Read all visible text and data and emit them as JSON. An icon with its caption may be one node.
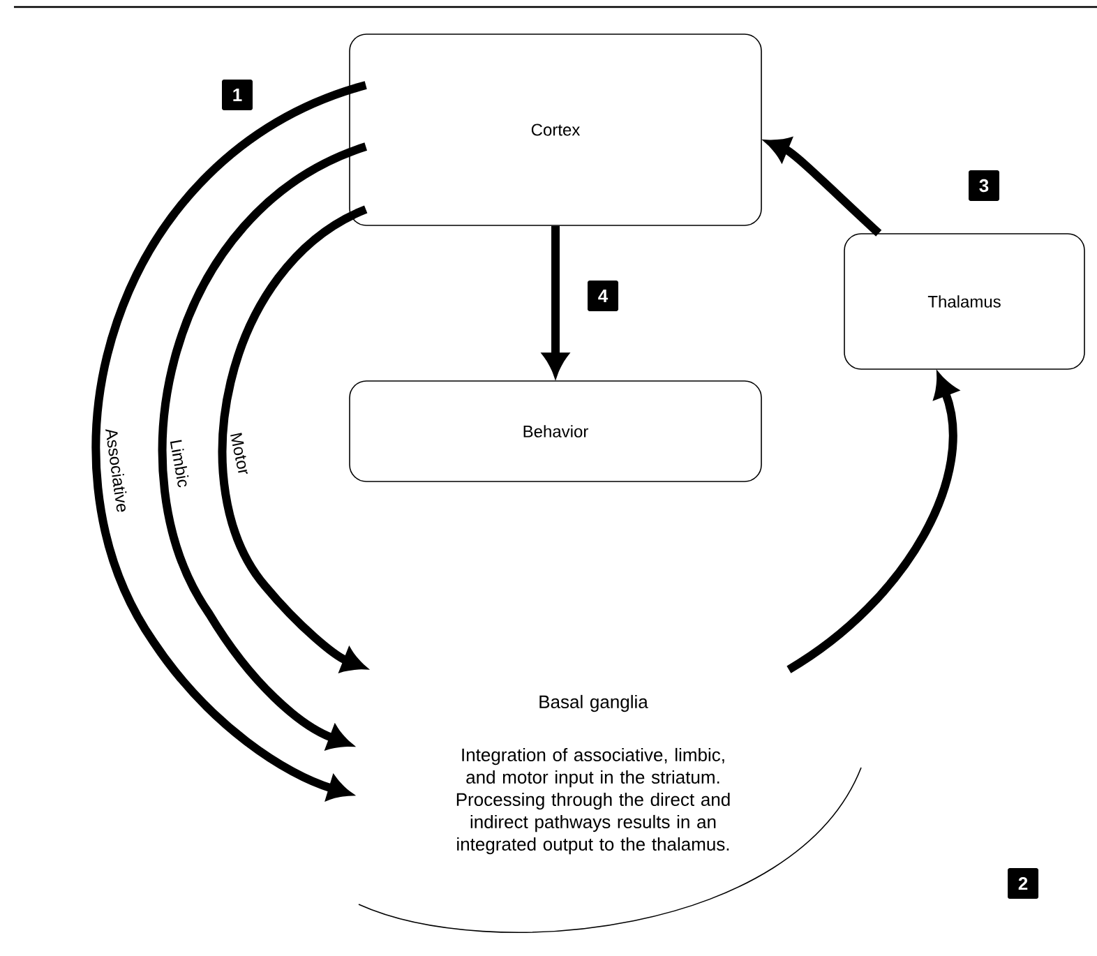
{
  "diagram": {
    "nodes": [
      {
        "text": [
          "Cortex"
        ]
      },
      {
        "text": [
          "Behavior"
        ]
      },
      {
        "text": [
          "Thalamus"
        ]
      },
      {
        "text": [
          "Basal ganglia",
          "Integration of associative, limbic, and motor input in the striatum. Processing through the direct and indirect pathways results in an integrated output to the thalamus."
        ]
      }
    ],
    "edges": [
      {
        "from": 0,
        "to": 3,
        "arrow": "to",
        "label": "Associative"
      },
      {
        "from": 0,
        "to": 3,
        "arrow": "to",
        "label": "Limbic"
      },
      {
        "from": 0,
        "to": 3,
        "arrow": "to",
        "label": "Motor"
      },
      {
        "from": 3,
        "to": 2,
        "arrow": "to"
      },
      {
        "from": 2,
        "to": 0,
        "arrow": "to"
      },
      {
        "from": 0,
        "to": 1,
        "arrow": "to"
      }
    ],
    "labels": [
      "1",
      "3",
      "4",
      "2"
    ]
  }
}
